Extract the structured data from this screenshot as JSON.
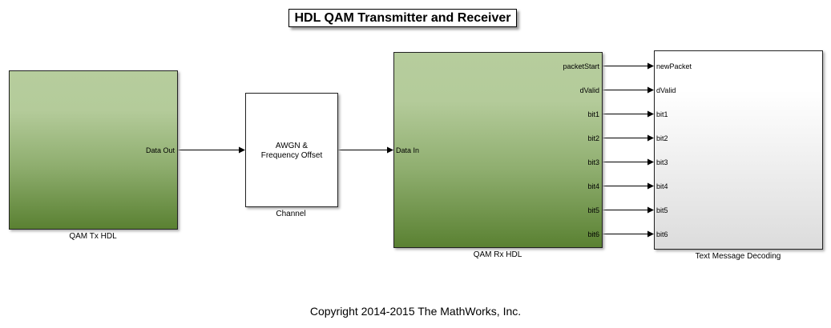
{
  "title": "HDL QAM Transmitter and Receiver",
  "blocks": {
    "tx": {
      "name": "QAM Tx HDL",
      "outputs": [
        "Data Out"
      ]
    },
    "channel": {
      "name": "Channel",
      "text_line1": "AWGN &",
      "text_line2": "Frequency Offset"
    },
    "rx": {
      "name": "QAM Rx HDL",
      "inputs": [
        "Data In"
      ],
      "outputs": [
        "packetStart",
        "dValid",
        "bit1",
        "bit2",
        "bit3",
        "bit4",
        "bit5",
        "bit6"
      ]
    },
    "decoder": {
      "name": "Text Message Decoding",
      "inputs": [
        "newPacket",
        "dValid",
        "bit1",
        "bit2",
        "bit3",
        "bit4",
        "bit5",
        "bit6"
      ]
    }
  },
  "copyright": "Copyright 2014-2015 The MathWorks, Inc."
}
